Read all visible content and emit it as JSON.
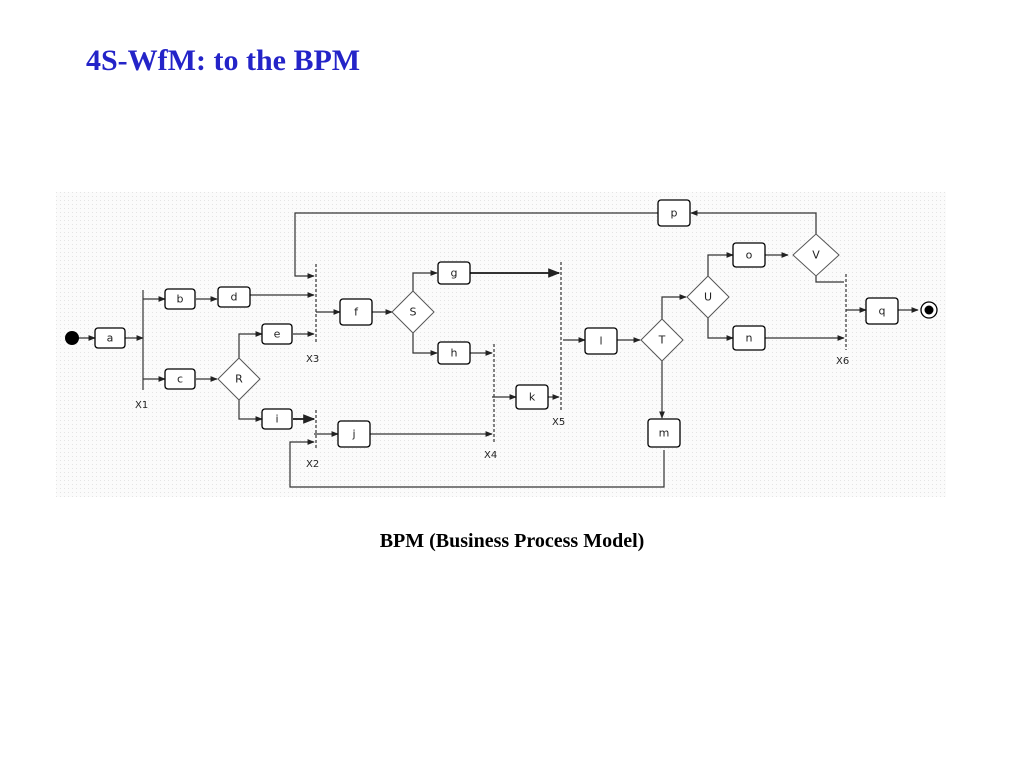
{
  "title": "4S-WfM: to the BPM",
  "caption": "BPM (Business Process Model)",
  "diagram": {
    "tasks": [
      "a",
      "b",
      "c",
      "d",
      "e",
      "f",
      "g",
      "h",
      "i",
      "j",
      "k",
      "l",
      "m",
      "n",
      "o",
      "p",
      "q"
    ],
    "gateways": [
      "R",
      "S",
      "T",
      "U",
      "V"
    ],
    "junctions": [
      "X1",
      "X2",
      "X3",
      "X4",
      "X5",
      "X6"
    ]
  },
  "colors": {
    "title": "#2424c8",
    "lines": "#333333",
    "background_panel": "#f4f4f4"
  }
}
